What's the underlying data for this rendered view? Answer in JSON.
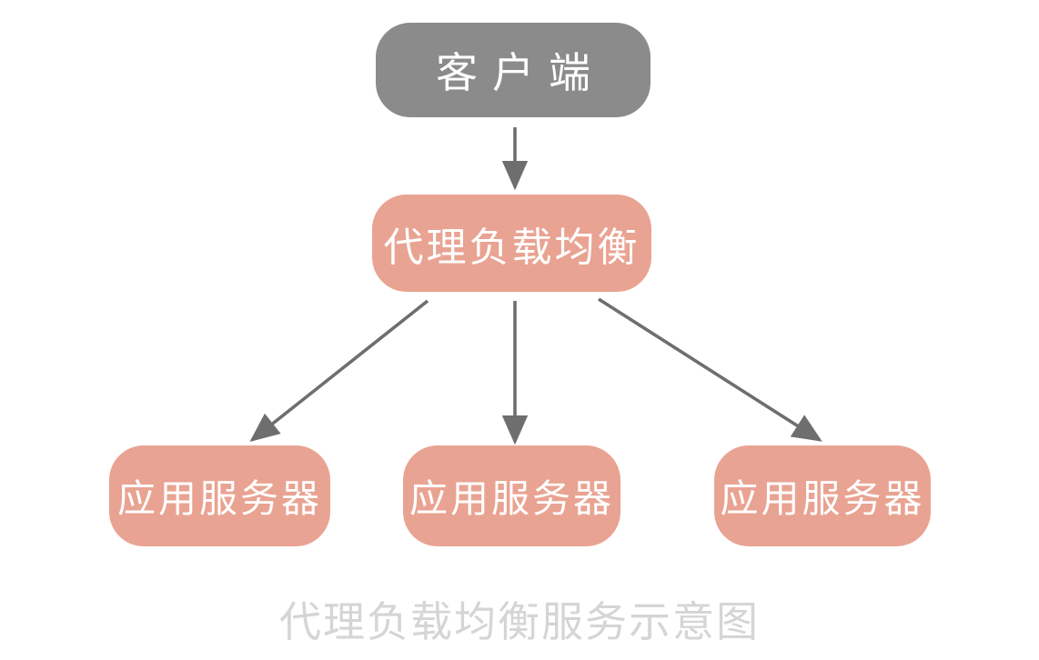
{
  "diagram": {
    "title": "代理负载均衡服务示意图",
    "nodes": {
      "client": {
        "label": "客户端",
        "role": "client",
        "color": "#8b8b8b"
      },
      "proxy": {
        "label": "代理负载均衡",
        "role": "load-balancer",
        "color": "#e9a392"
      },
      "server1": {
        "label": "应用服务器",
        "role": "app-server",
        "color": "#e9a392"
      },
      "server2": {
        "label": "应用服务器",
        "role": "app-server",
        "color": "#e9a392"
      },
      "server3": {
        "label": "应用服务器",
        "role": "app-server",
        "color": "#e9a392"
      }
    },
    "edges": [
      {
        "from": "client",
        "to": "proxy"
      },
      {
        "from": "proxy",
        "to": "server1"
      },
      {
        "from": "proxy",
        "to": "server2"
      },
      {
        "from": "proxy",
        "to": "server3"
      }
    ],
    "colors": {
      "node_gray": "#8b8b8b",
      "node_salmon": "#e9a392",
      "node_text": "#ffffff",
      "arrow": "#6e6e6e",
      "caption_text": "#d5d5d5",
      "background": "#ffffff"
    }
  }
}
